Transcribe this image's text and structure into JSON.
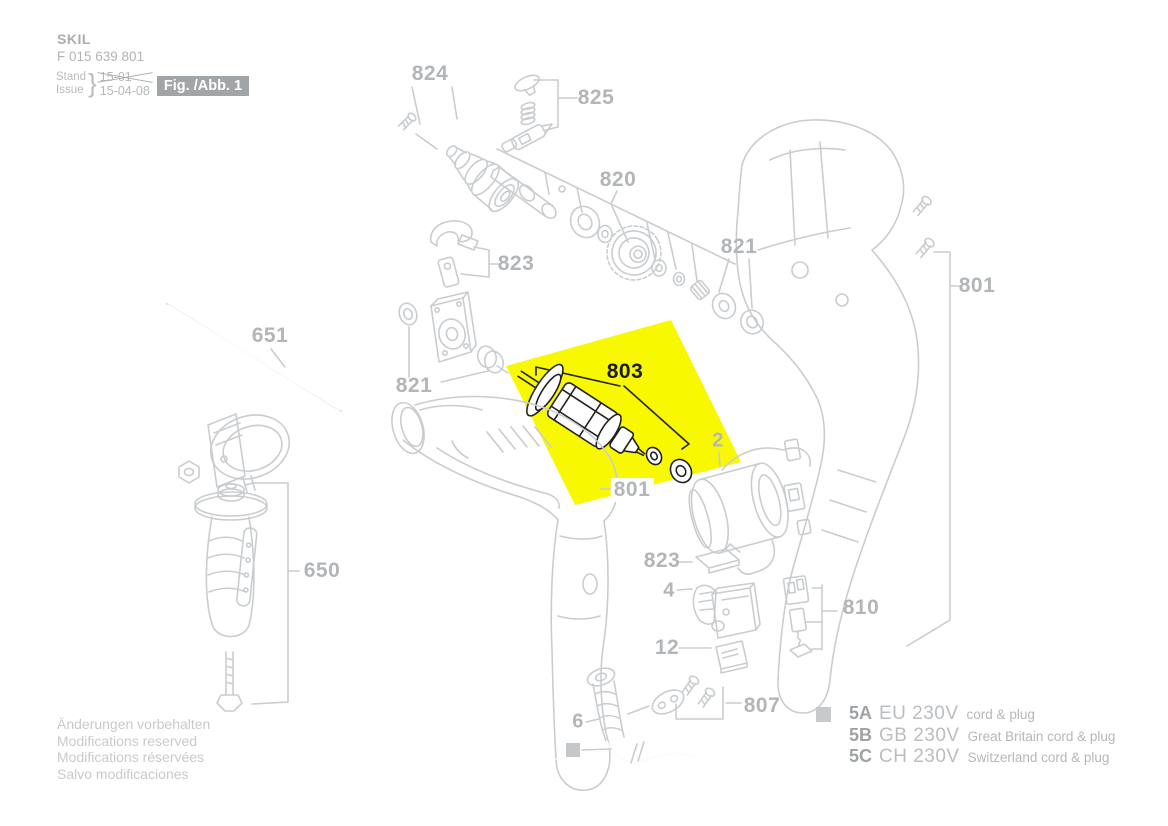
{
  "header": {
    "brand": "SKIL",
    "type_number": "F 015 639 801",
    "stand_label": "Stand",
    "issue_label": "Issue",
    "brace": "}",
    "superseded_date": "15-01",
    "issue_date": "15-04-08",
    "figure_label": "Fig. /Abb. 1"
  },
  "diagram": {
    "highlighted_part": "803",
    "highlight_color": "#f8f800"
  },
  "parts": {
    "p2": {
      "label": "2"
    },
    "p4": {
      "label": "4"
    },
    "p6": {
      "label": "6"
    },
    "p12": {
      "label": "12"
    },
    "p650": {
      "label": "650"
    },
    "p651": {
      "label": "651"
    },
    "p801": {
      "label": "801"
    },
    "p803": {
      "label": "803"
    },
    "p807": {
      "label": "807"
    },
    "p810": {
      "label": "810"
    },
    "p820": {
      "label": "820"
    },
    "p821": {
      "label": "821"
    },
    "p823": {
      "label": "823"
    },
    "p824": {
      "label": "824"
    },
    "p825": {
      "label": "825"
    }
  },
  "footer": {
    "disclaimers": [
      "Änderungen vorbehalten",
      "Modifications reserved",
      "Modifications réservées",
      "Salvo modificaciones"
    ],
    "legend": [
      {
        "code": "5A",
        "region": "EU 230V",
        "desc": "cord & plug"
      },
      {
        "code": "5B",
        "region": "GB 230V",
        "desc": "Great Britain cord & plug"
      },
      {
        "code": "5C",
        "region": "CH 230V",
        "desc": "Switzerland cord & plug"
      }
    ]
  }
}
